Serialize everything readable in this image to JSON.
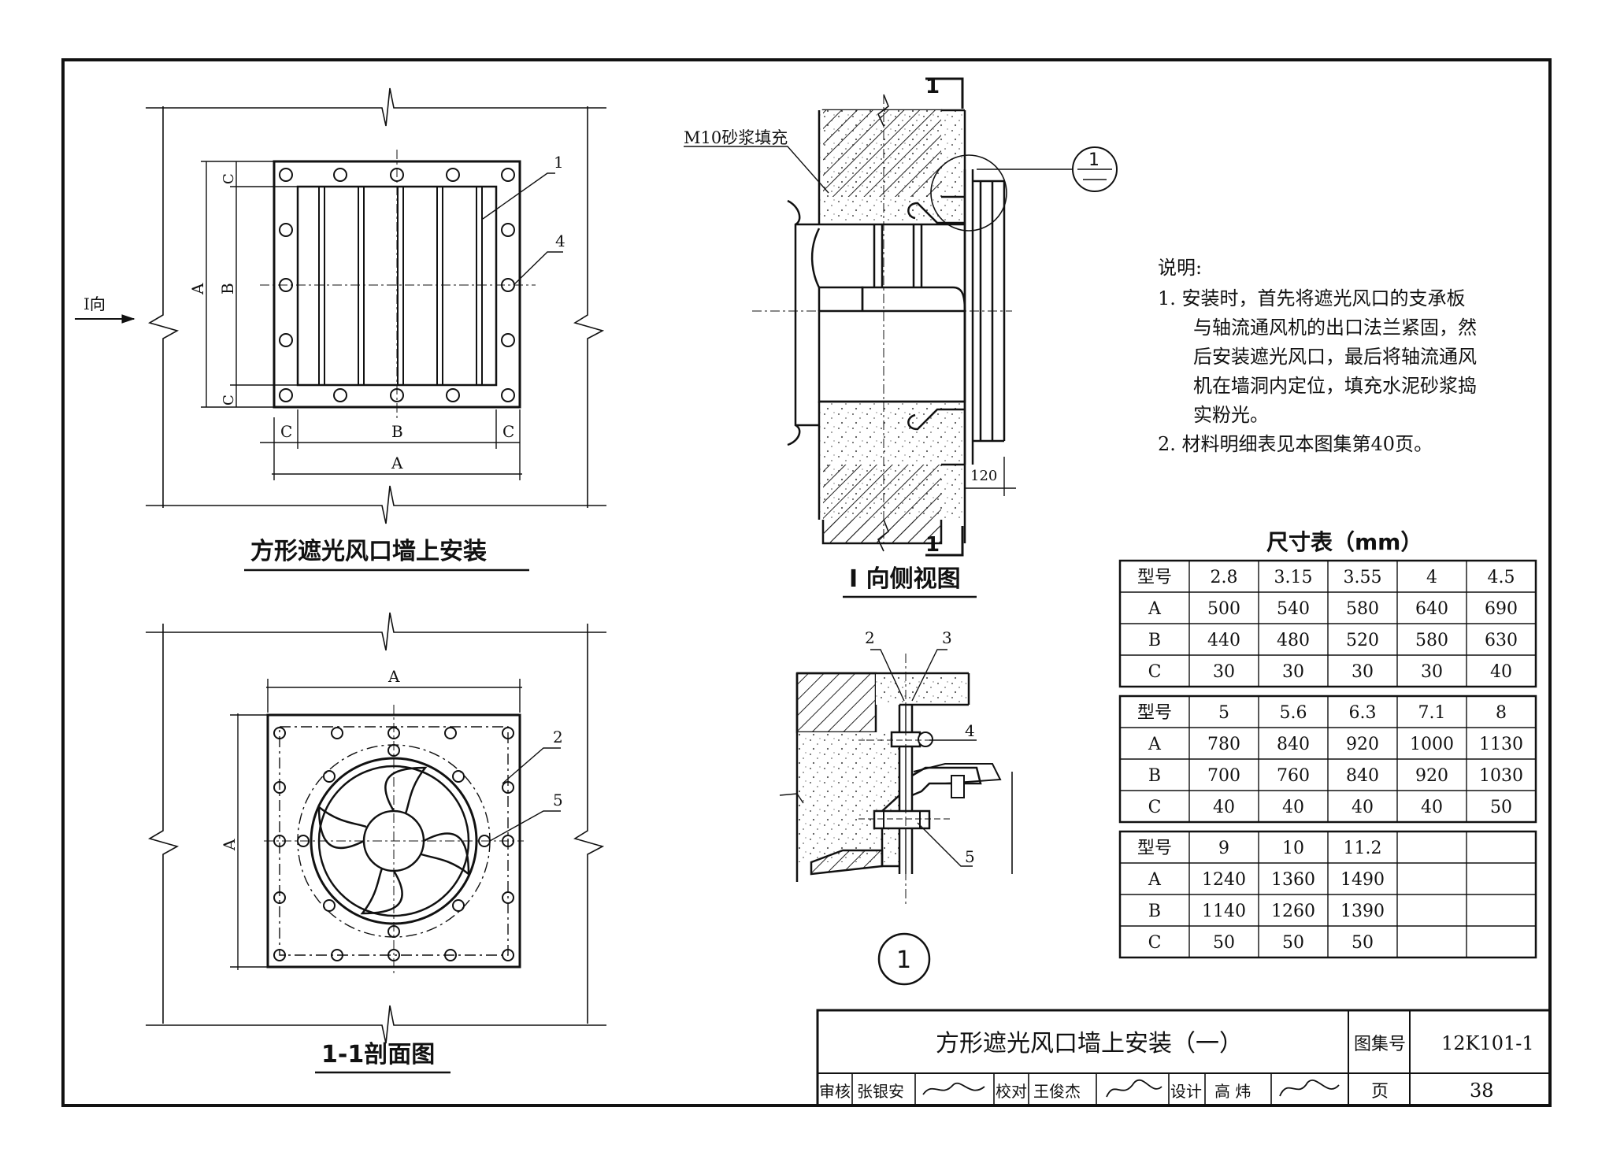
{
  "views": {
    "front": {
      "title": "方形遮光风口墙上安装",
      "direction_label": "I向",
      "dim_A": "A",
      "dim_B": "B",
      "dim_C": "C",
      "callout_1": "1",
      "callout_4": "4"
    },
    "side": {
      "title": "I 向侧视图",
      "filler_label": "M10砂浆填充",
      "section_mark": "1",
      "detail_ref": "1",
      "dim_120": "120"
    },
    "section": {
      "title": "1-1剖面图",
      "dim_A": "A",
      "callout_2": "2",
      "callout_5": "5"
    },
    "detail": {
      "id": "1",
      "callout_2": "2",
      "callout_3": "3",
      "callout_4": "4",
      "callout_5": "5"
    }
  },
  "notes": {
    "heading": "说明:",
    "lines": [
      "1.  安装时，首先将遮光风口的支承板",
      "与轴流通风机的出口法兰紧固，然",
      "后安装遮光风口，最后将轴流通风",
      "机在墙洞内定位，填充水泥砂浆捣",
      "实粉光。",
      "2.  材料明细表见本图集第40页。"
    ]
  },
  "dimension_table": {
    "title": "尺寸表（mm）",
    "blocks": [
      {
        "rows": [
          [
            "型号",
            "2.8",
            "3.15",
            "3.55",
            "4",
            "4.5"
          ],
          [
            "A",
            "500",
            "540",
            "580",
            "640",
            "690"
          ],
          [
            "B",
            "440",
            "480",
            "520",
            "580",
            "630"
          ],
          [
            "C",
            "30",
            "30",
            "30",
            "30",
            "40"
          ]
        ]
      },
      {
        "rows": [
          [
            "型号",
            "5",
            "5.6",
            "6.3",
            "7.1",
            "8"
          ],
          [
            "A",
            "780",
            "840",
            "920",
            "1000",
            "1130"
          ],
          [
            "B",
            "700",
            "760",
            "840",
            "920",
            "1030"
          ],
          [
            "C",
            "40",
            "40",
            "40",
            "40",
            "50"
          ]
        ]
      },
      {
        "rows": [
          [
            "型号",
            "9",
            "10",
            "11.2",
            "",
            ""
          ],
          [
            "A",
            "1240",
            "1360",
            "1490",
            "",
            ""
          ],
          [
            "B",
            "1140",
            "1260",
            "1390",
            "",
            ""
          ],
          [
            "C",
            "50",
            "50",
            "50",
            "",
            ""
          ]
        ]
      }
    ]
  },
  "title_block": {
    "title": "方形遮光风口墙上安装（一）",
    "atlas_label": "图集号",
    "atlas_no": "12K101-1",
    "page_label": "页",
    "page_no": "38",
    "review_label": "审核",
    "reviewer": "张银安",
    "check_label": "校对",
    "checker": "王俊杰",
    "design_label": "设计",
    "designer": "高 炜"
  }
}
